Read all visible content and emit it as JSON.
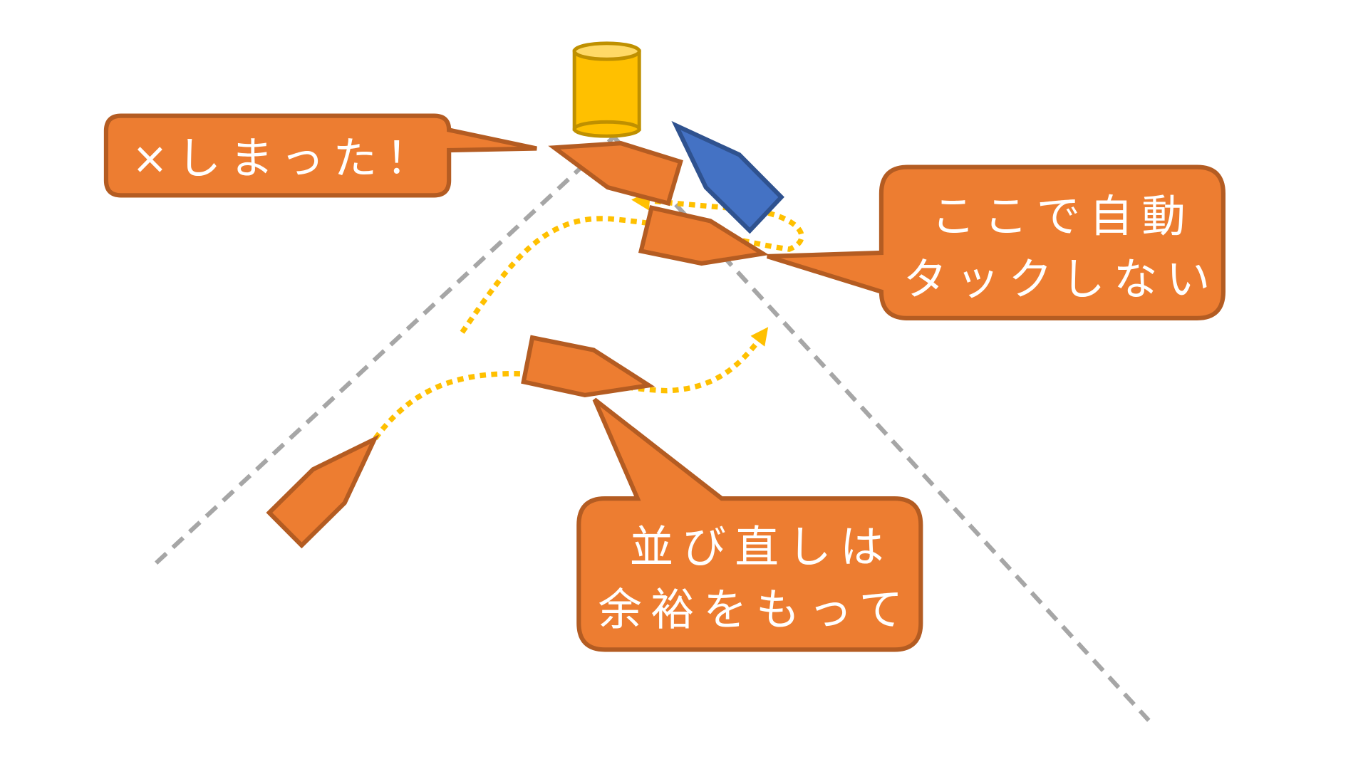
{
  "colors": {
    "boat_orange": "#ED7D31",
    "boat_outline": "#B45C22",
    "opponent_blue": "#4472C4",
    "opponent_outline": "#2F528F",
    "mark_yellow": "#FFC000",
    "path_yellow": "#FFC000",
    "layline_gray": "#A6A6A6"
  },
  "callouts": {
    "oops": "×しまった！",
    "no_auto_tack_line1": "ここで自動",
    "no_auto_tack_line2": "タックしない",
    "reline_line1": "並び直しは",
    "reline_line2": "余裕をもって"
  }
}
